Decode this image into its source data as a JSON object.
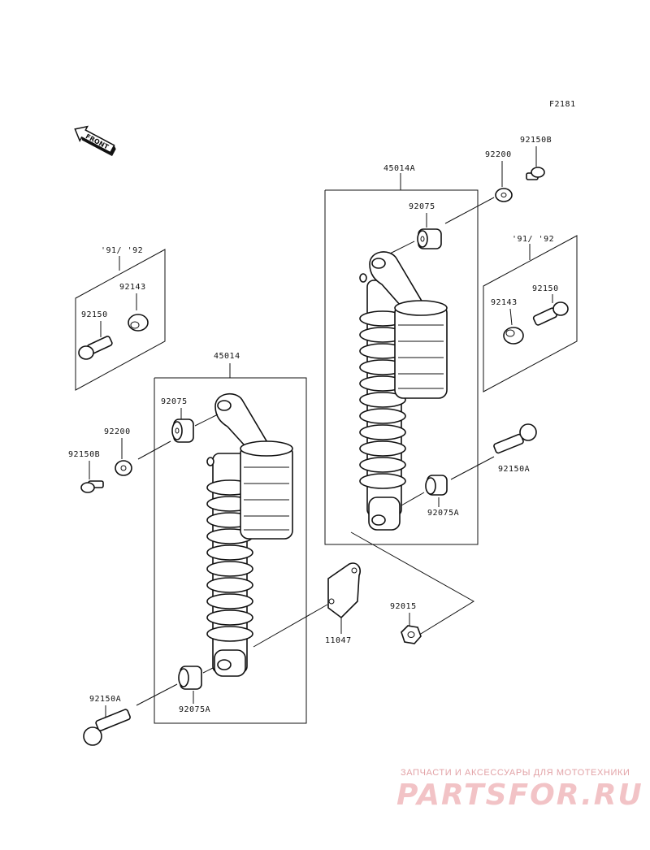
{
  "diagram": {
    "code": "F2181",
    "front_label": "FRONT",
    "labels": {
      "shock_rear": "45014A",
      "shock_front": "45014",
      "p92200_top": "92200",
      "p92150B_top": "92150B",
      "p92075_top": "92075",
      "year_right": "'91/ '92",
      "p92150_right": "92150",
      "p92143_right": "92143",
      "p92150A_right": "92150A",
      "p92075A_right": "92075A",
      "year_left": "'91/ '92",
      "p92143_left": "92143",
      "p92150_left": "92150",
      "p92075_left": "92075",
      "p92200_left": "92200",
      "p92150B_left": "92150B",
      "p92015": "92015",
      "p11047": "11047",
      "p92150A_left": "92150A",
      "p92075A_left": "92075A"
    }
  },
  "watermark": {
    "caption": "ЗАПЧАСТИ И АКСЕССУАРЫ ДЛЯ МОТОТЕХНИКИ",
    "logo": "PARTSFOR.RU"
  }
}
